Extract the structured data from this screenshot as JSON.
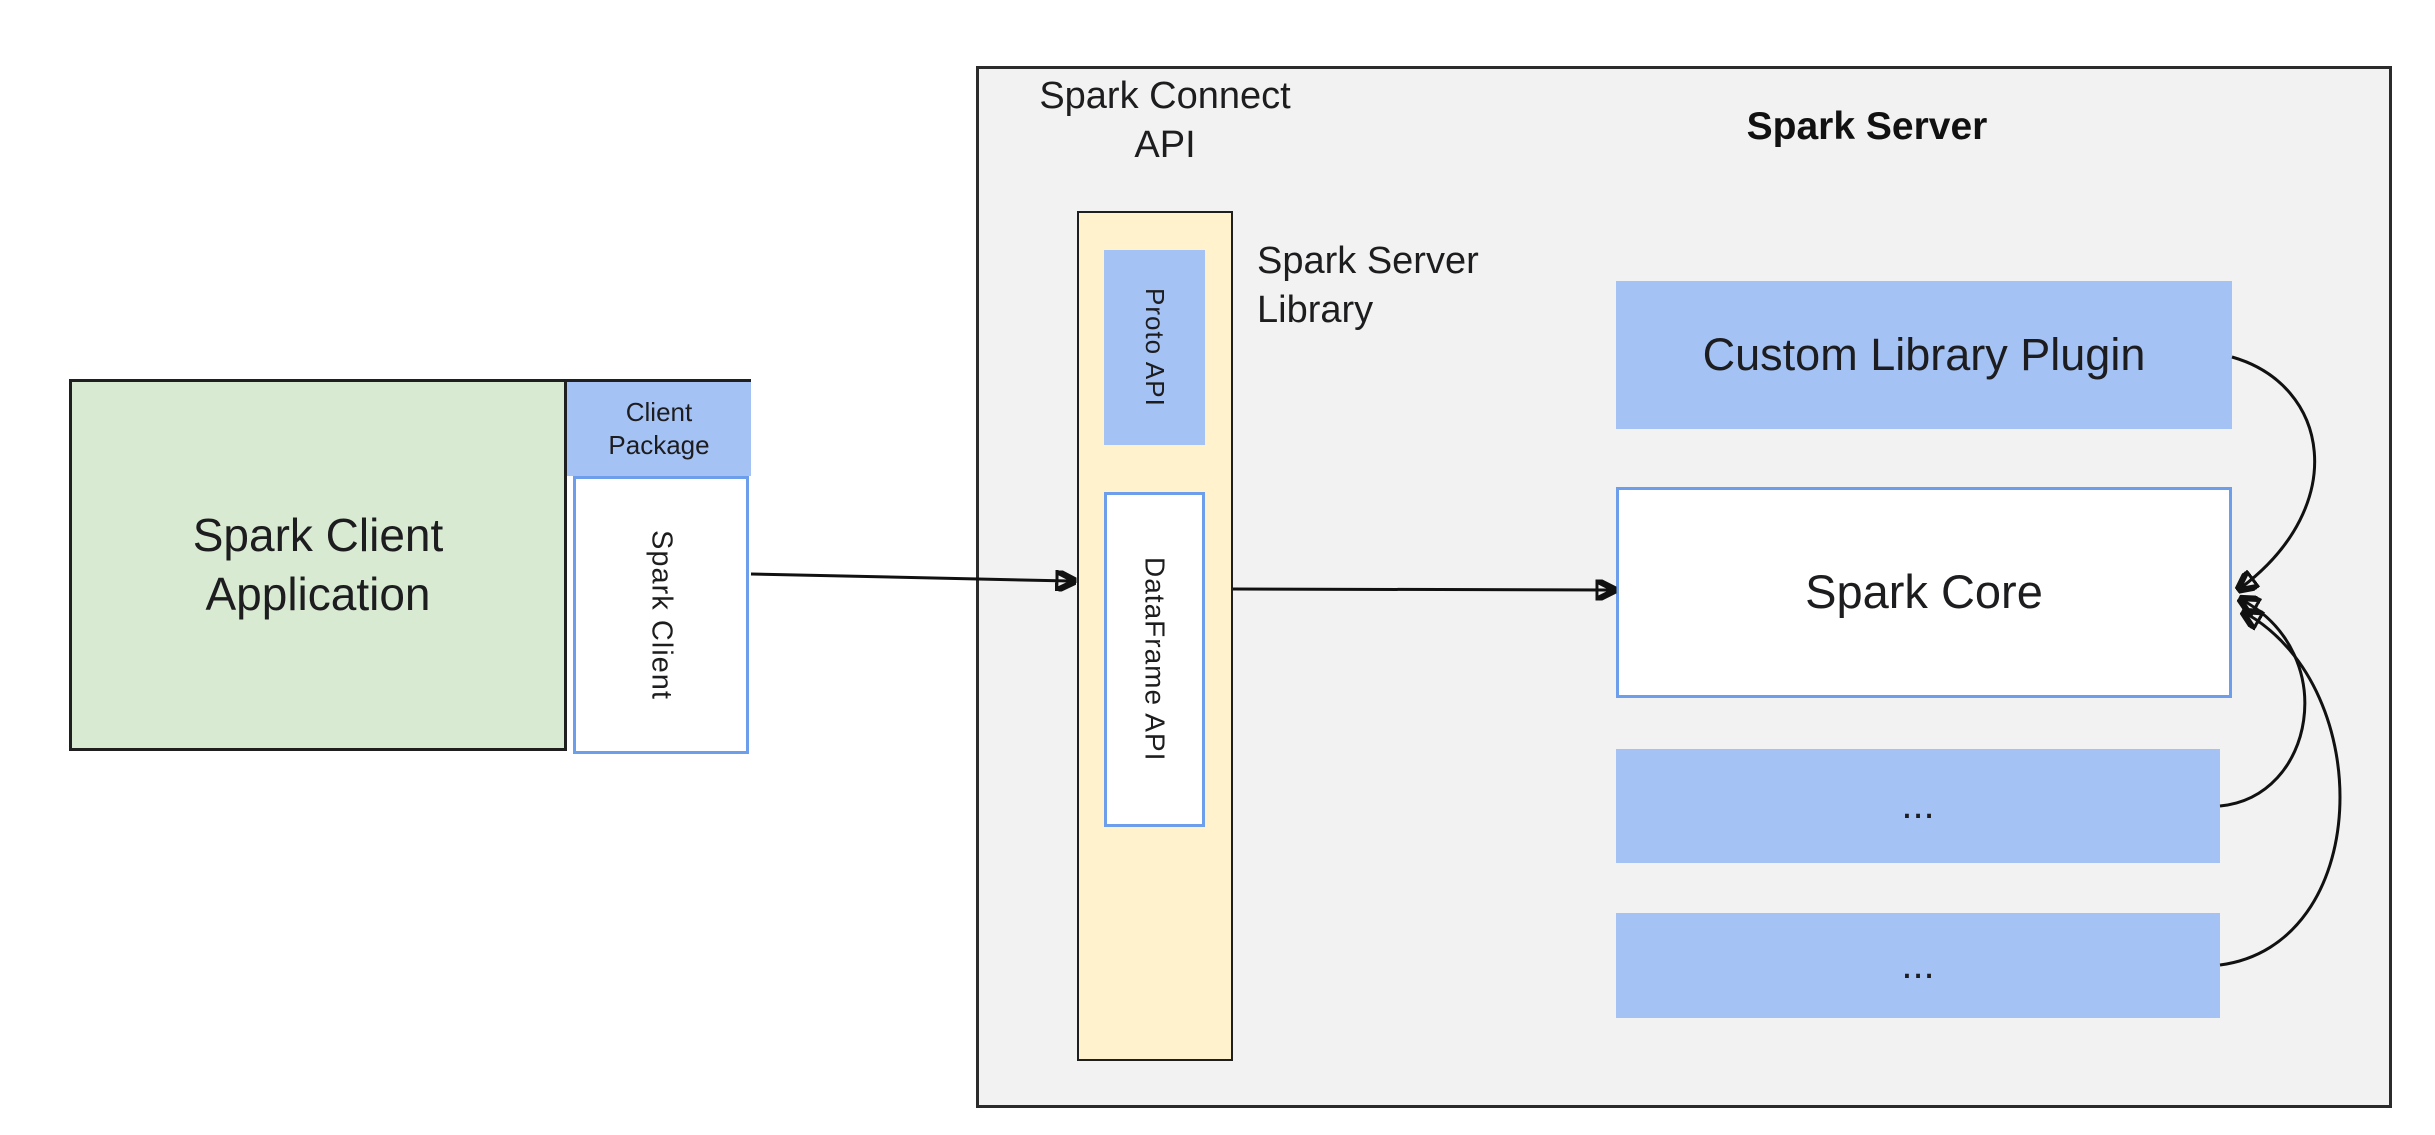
{
  "client": {
    "application_label": "Spark Client\nApplication",
    "package_label": "Client\nPackage",
    "spark_client_label": "Spark Client"
  },
  "connect": {
    "api_label": "Spark Connect\nAPI",
    "proto_label": "Proto API",
    "dataframe_label": "DataFrame API"
  },
  "server": {
    "title": "Spark Server",
    "library_label": "Spark Server\nLibrary",
    "plugin_label": "Custom Library Plugin",
    "core_label": "Spark Core",
    "ellipsis_1": "...",
    "ellipsis_2": "..."
  },
  "colors": {
    "background": "#ffffff",
    "client_app_fill": "#d9ead3",
    "accent_blue_fill": "#a4c2f4",
    "accent_blue_border": "#6d9eeb",
    "connect_library_fill": "#fff2cc",
    "server_container_fill": "#f2f2f2",
    "outline_dark": "#1f1f1f",
    "arrow_color": "#111111"
  }
}
